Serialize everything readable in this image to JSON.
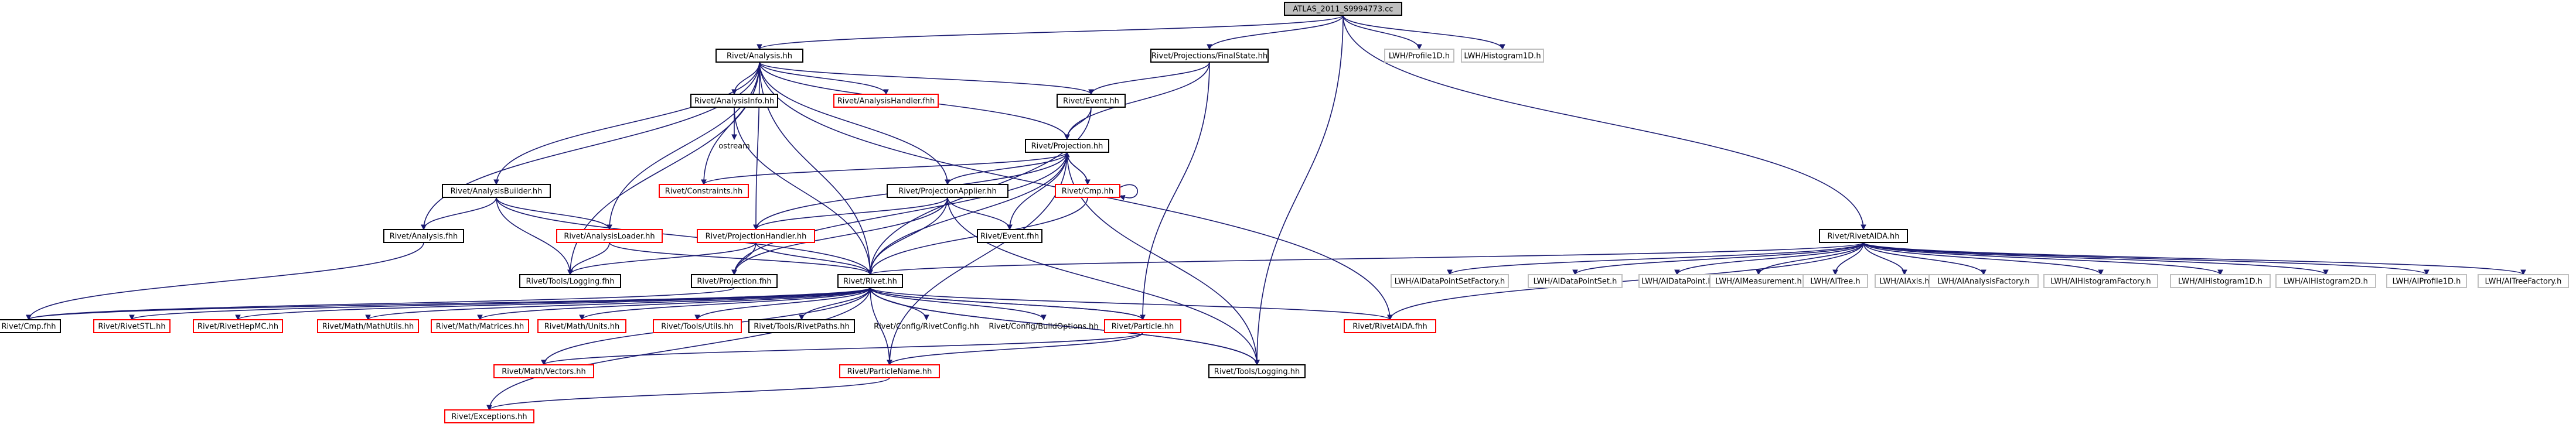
{
  "graph": {
    "nodes": [
      {
        "id": "root",
        "label": "ATLAS_2011_S9994773.cc",
        "style": "root"
      },
      {
        "id": "analysis_hh",
        "label": "Rivet/Analysis.hh",
        "style": "black"
      },
      {
        "id": "finalstate_hh",
        "label": "Rivet/Projections/FinalState.hh",
        "style": "black"
      },
      {
        "id": "lwh_profile1d",
        "label": "LWH/Profile1D.h",
        "style": "grey"
      },
      {
        "id": "lwh_histogram1d",
        "label": "LWH/Histogram1D.h",
        "style": "grey"
      },
      {
        "id": "analysisinfo_hh",
        "label": "Rivet/AnalysisInfo.hh",
        "style": "black"
      },
      {
        "id": "analysishandler_fhh",
        "label": "Rivet/AnalysisHandler.fhh",
        "style": "red"
      },
      {
        "id": "event_hh",
        "label": "Rivet/Event.hh",
        "style": "black"
      },
      {
        "id": "ostream",
        "label": "ostream",
        "style": "plain"
      },
      {
        "id": "projection_hh",
        "label": "Rivet/Projection.hh",
        "style": "black"
      },
      {
        "id": "constraints_hh",
        "label": "Rivet/Constraints.hh",
        "style": "red"
      },
      {
        "id": "cmp_hh",
        "label": "Rivet/Cmp.hh",
        "style": "red"
      },
      {
        "id": "analysisbuilder_hh",
        "label": "Rivet/AnalysisBuilder.hh",
        "style": "black"
      },
      {
        "id": "projectionapplier_hh",
        "label": "Rivet/ProjectionApplier.hh",
        "style": "black"
      },
      {
        "id": "analysis_fhh",
        "label": "Rivet/Analysis.fhh",
        "style": "black"
      },
      {
        "id": "analysisloader_hh",
        "label": "Rivet/AnalysisLoader.hh",
        "style": "red"
      },
      {
        "id": "projectionhandler_hh",
        "label": "Rivet/ProjectionHandler.hh",
        "style": "red"
      },
      {
        "id": "event_fhh",
        "label": "Rivet/Event.fhh",
        "style": "black"
      },
      {
        "id": "tools_logging_fhh",
        "label": "Rivet/Tools/Logging.fhh",
        "style": "black"
      },
      {
        "id": "projection_fhh",
        "label": "Rivet/Projection.fhh",
        "style": "black"
      },
      {
        "id": "rivet_hh",
        "label": "Rivet/Rivet.hh",
        "style": "black"
      },
      {
        "id": "rivetaida_hh",
        "label": "Rivet/RivetAIDA.hh",
        "style": "black"
      },
      {
        "id": "cmp_fhh",
        "label": "Rivet/Cmp.fhh",
        "style": "black"
      },
      {
        "id": "rivetstl_hh",
        "label": "Rivet/RivetSTL.hh",
        "style": "red"
      },
      {
        "id": "rivethepmc_hh",
        "label": "Rivet/RivetHepMC.hh",
        "style": "red"
      },
      {
        "id": "mathutils_hh",
        "label": "Rivet/Math/MathUtils.hh",
        "style": "red"
      },
      {
        "id": "matrices_hh",
        "label": "Rivet/Math/Matrices.hh",
        "style": "red"
      },
      {
        "id": "units_hh",
        "label": "Rivet/Math/Units.hh",
        "style": "red"
      },
      {
        "id": "tools_utils_hh",
        "label": "Rivet/Tools/Utils.hh",
        "style": "red"
      },
      {
        "id": "rivetpaths_hh",
        "label": "Rivet/Tools/RivetPaths.hh",
        "style": "black"
      },
      {
        "id": "rivetconfig_hh",
        "label": "Rivet/Config/RivetConfig.hh",
        "style": "plain"
      },
      {
        "id": "buildoptions_hh",
        "label": "Rivet/Config/BuildOptions.hh",
        "style": "plain"
      },
      {
        "id": "particle_hh",
        "label": "Rivet/Particle.hh",
        "style": "red"
      },
      {
        "id": "rivetaida_fhh",
        "label": "Rivet/RivetAIDA.fhh",
        "style": "red"
      },
      {
        "id": "vectors_hh",
        "label": "Rivet/Math/Vectors.hh",
        "style": "red"
      },
      {
        "id": "particlename_hh",
        "label": "Rivet/ParticleName.hh",
        "style": "red"
      },
      {
        "id": "tools_logging_hh",
        "label": "Rivet/Tools/Logging.hh",
        "style": "black"
      },
      {
        "id": "exceptions_hh",
        "label": "Rivet/Exceptions.hh",
        "style": "red"
      },
      {
        "id": "lwh_dpsf",
        "label": "LWH/AIDataPointSetFactory.h",
        "style": "grey"
      },
      {
        "id": "lwh_dps",
        "label": "LWH/AIDataPointSet.h",
        "style": "grey"
      },
      {
        "id": "lwh_dp",
        "label": "LWH/AIDataPoint.h",
        "style": "grey"
      },
      {
        "id": "lwh_meas",
        "label": "LWH/AIMeasurement.h",
        "style": "grey"
      },
      {
        "id": "lwh_tree",
        "label": "LWH/AITree.h",
        "style": "grey"
      },
      {
        "id": "lwh_axis",
        "label": "LWH/AIAxis.h",
        "style": "grey"
      },
      {
        "id": "lwh_af",
        "label": "LWH/AIAnalysisFactory.h",
        "style": "grey"
      },
      {
        "id": "lwh_hf",
        "label": "LWH/AIHistogramFactory.h",
        "style": "grey"
      },
      {
        "id": "lwh_h1d",
        "label": "LWH/AIHistogram1D.h",
        "style": "grey"
      },
      {
        "id": "lwh_h2d",
        "label": "LWH/AIHistogram2D.h",
        "style": "grey"
      },
      {
        "id": "lwh_p1d",
        "label": "LWH/AIProfile1D.h",
        "style": "grey"
      },
      {
        "id": "lwh_tf",
        "label": "LWH/AITreeFactory.h",
        "style": "grey"
      }
    ],
    "edges": [
      [
        "root",
        "analysis_hh"
      ],
      [
        "root",
        "finalstate_hh"
      ],
      [
        "root",
        "lwh_profile1d"
      ],
      [
        "root",
        "lwh_histogram1d"
      ],
      [
        "root",
        "rivetaida_hh"
      ],
      [
        "root",
        "tools_logging_hh"
      ],
      [
        "analysis_hh",
        "analysisinfo_hh"
      ],
      [
        "analysis_hh",
        "analysishandler_fhh"
      ],
      [
        "analysis_hh",
        "event_hh"
      ],
      [
        "analysis_hh",
        "projection_hh"
      ],
      [
        "analysis_hh",
        "constraints_hh"
      ],
      [
        "analysis_hh",
        "analysisbuilder_hh"
      ],
      [
        "analysis_hh",
        "projectionapplier_hh"
      ],
      [
        "analysis_hh",
        "analysis_fhh"
      ],
      [
        "analysis_hh",
        "analysisloader_hh"
      ],
      [
        "analysis_hh",
        "projectionhandler_hh"
      ],
      [
        "analysis_hh",
        "tools_logging_fhh"
      ],
      [
        "analysis_hh",
        "rivet_hh"
      ],
      [
        "analysis_hh",
        "rivetaida_fhh"
      ],
      [
        "analysisinfo_hh",
        "ostream"
      ],
      [
        "analysisinfo_hh",
        "rivet_hh"
      ],
      [
        "finalstate_hh",
        "event_hh"
      ],
      [
        "finalstate_hh",
        "projection_hh"
      ],
      [
        "finalstate_hh",
        "particle_hh"
      ],
      [
        "event_hh",
        "projection_hh"
      ],
      [
        "event_hh",
        "rivet_hh"
      ],
      [
        "projection_hh",
        "constraints_hh"
      ],
      [
        "projection_hh",
        "cmp_hh"
      ],
      [
        "projection_hh",
        "projectionapplier_hh"
      ],
      [
        "projection_hh",
        "event_fhh"
      ],
      [
        "projection_hh",
        "projectionhandler_hh"
      ],
      [
        "projection_hh",
        "projection_fhh"
      ],
      [
        "projection_hh",
        "rivet_hh"
      ],
      [
        "projection_hh",
        "tools_logging_hh"
      ],
      [
        "projection_hh",
        "particlename_hh"
      ],
      [
        "cmp_hh",
        "projection_hh"
      ],
      [
        "cmp_hh",
        "cmp_hh"
      ],
      [
        "cmp_hh",
        "rivet_hh"
      ],
      [
        "analysisbuilder_hh",
        "analysis_fhh"
      ],
      [
        "analysisbuilder_hh",
        "analysisloader_hh"
      ],
      [
        "analysisbuilder_hh",
        "tools_logging_fhh"
      ],
      [
        "analysisbuilder_hh",
        "rivet_hh"
      ],
      [
        "projectionapplier_hh",
        "projectionhandler_hh"
      ],
      [
        "projectionapplier_hh",
        "event_fhh"
      ],
      [
        "projectionapplier_hh",
        "projection_fhh"
      ],
      [
        "projectionapplier_hh",
        "rivet_hh"
      ],
      [
        "projectionapplier_hh",
        "tools_logging_hh"
      ],
      [
        "analysis_fhh",
        "cmp_fhh"
      ],
      [
        "analysisloader_hh",
        "rivet_hh"
      ],
      [
        "analysisloader_hh",
        "tools_logging_fhh"
      ],
      [
        "projectionhandler_hh",
        "rivet_hh"
      ],
      [
        "projectionhandler_hh",
        "projection_fhh"
      ],
      [
        "projectionhandler_hh",
        "tools_logging_fhh"
      ],
      [
        "projection_fhh",
        "cmp_fhh"
      ],
      [
        "rivet_hh",
        "cmp_fhh"
      ],
      [
        "rivet_hh",
        "rivetstl_hh"
      ],
      [
        "rivet_hh",
        "rivethepmc_hh"
      ],
      [
        "rivet_hh",
        "mathutils_hh"
      ],
      [
        "rivet_hh",
        "matrices_hh"
      ],
      [
        "rivet_hh",
        "units_hh"
      ],
      [
        "rivet_hh",
        "tools_utils_hh"
      ],
      [
        "rivet_hh",
        "rivetpaths_hh"
      ],
      [
        "rivet_hh",
        "rivetconfig_hh"
      ],
      [
        "rivet_hh",
        "buildoptions_hh"
      ],
      [
        "rivet_hh",
        "particle_hh"
      ],
      [
        "rivet_hh",
        "rivetaida_fhh"
      ],
      [
        "rivet_hh",
        "vectors_hh"
      ],
      [
        "rivet_hh",
        "particlename_hh"
      ],
      [
        "rivet_hh",
        "tools_logging_hh"
      ],
      [
        "rivet_hh",
        "exceptions_hh"
      ],
      [
        "particle_hh",
        "rivet_hh"
      ],
      [
        "particle_hh",
        "vectors_hh"
      ],
      [
        "particle_hh",
        "particlename_hh"
      ],
      [
        "particlename_hh",
        "exceptions_hh"
      ],
      [
        "tools_logging_hh",
        "rivet_hh"
      ],
      [
        "rivetaida_hh",
        "rivet_hh"
      ],
      [
        "rivetaida_hh",
        "rivetaida_fhh"
      ],
      [
        "rivetaida_hh",
        "lwh_dpsf"
      ],
      [
        "rivetaida_hh",
        "lwh_dps"
      ],
      [
        "rivetaida_hh",
        "lwh_dp"
      ],
      [
        "rivetaida_hh",
        "lwh_meas"
      ],
      [
        "rivetaida_hh",
        "lwh_tree"
      ],
      [
        "rivetaida_hh",
        "lwh_axis"
      ],
      [
        "rivetaida_hh",
        "lwh_af"
      ],
      [
        "rivetaida_hh",
        "lwh_hf"
      ],
      [
        "rivetaida_hh",
        "lwh_h1d"
      ],
      [
        "rivetaida_hh",
        "lwh_h2d"
      ],
      [
        "rivetaida_hh",
        "lwh_p1d"
      ],
      [
        "rivetaida_hh",
        "lwh_tf"
      ]
    ]
  }
}
